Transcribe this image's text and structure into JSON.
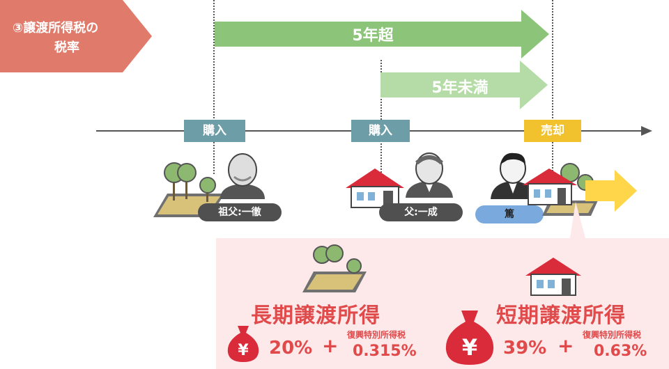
{
  "section": {
    "line1": "③譲渡所得税の",
    "line2": "税率"
  },
  "arrows": {
    "long": "5年超",
    "short": "5年未満"
  },
  "timeline": {
    "buy1": "購入",
    "buy2": "購入",
    "sell": "売却"
  },
  "people": {
    "grandfather": "祖父:一徹",
    "father": "父:一成",
    "son": "篤"
  },
  "long_term": {
    "title": "長期譲渡所得",
    "rate": "20%",
    "plus": "+",
    "recon_label": "復興特別所得税",
    "recon_rate": "0.315%"
  },
  "short_term": {
    "title": "短期譲渡所得",
    "rate": "39%",
    "plus": "+",
    "recon_label": "復興特別所得税",
    "recon_rate": "0.63%"
  },
  "colors": {
    "badge": "#e07a6a",
    "long_arrow": "#8cc47a",
    "short_arrow": "#b5dba7",
    "tag_buy": "#6d9ea8",
    "tag_sell": "#f2c12e",
    "panel": "#fde8ea",
    "accent": "#e04a4a"
  }
}
